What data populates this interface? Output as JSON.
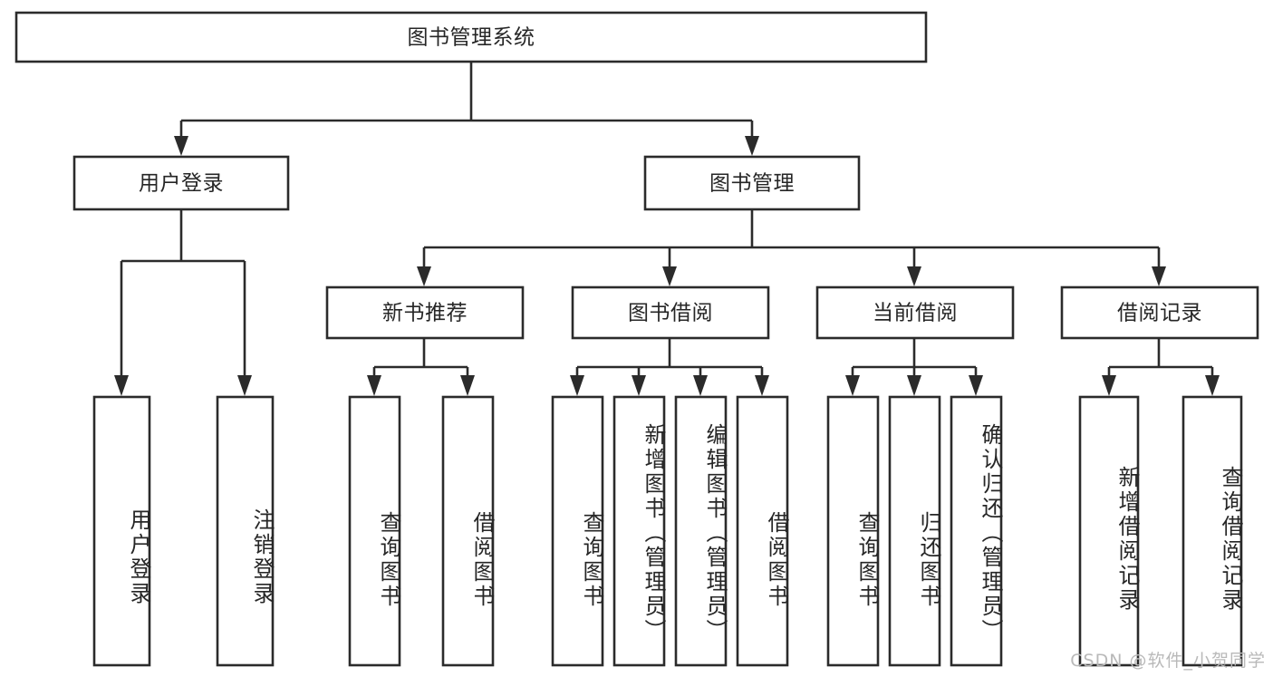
{
  "diagram": {
    "title": "图书管理系统",
    "type": "tree-hierarchy",
    "orientation": "top-down",
    "root": {
      "id": "root",
      "label": "图书管理系统"
    },
    "level2": [
      {
        "id": "user-login",
        "label": "用户登录"
      },
      {
        "id": "book-manage",
        "label": "图书管理"
      }
    ],
    "level3": [
      {
        "id": "new-book-recommend",
        "label": "新书推荐",
        "parent": "book-manage"
      },
      {
        "id": "book-borrow",
        "label": "图书借阅",
        "parent": "book-manage"
      },
      {
        "id": "current-borrow",
        "label": "当前借阅",
        "parent": "book-manage"
      },
      {
        "id": "borrow-record",
        "label": "借阅记录",
        "parent": "book-manage"
      }
    ],
    "leaves": [
      {
        "id": "leaf-user-login",
        "label": "用户登录",
        "parent": "user-login"
      },
      {
        "id": "leaf-user-logout",
        "label": "注销登录",
        "parent": "user-login"
      },
      {
        "id": "leaf-query-book-1",
        "label": "查询图书",
        "parent": "new-book-recommend"
      },
      {
        "id": "leaf-borrow-book-1",
        "label": "借阅图书",
        "parent": "new-book-recommend"
      },
      {
        "id": "leaf-query-book-2",
        "label": "查询图书",
        "parent": "book-borrow"
      },
      {
        "id": "leaf-add-book",
        "label": "新增图书（管理员）",
        "parent": "book-borrow"
      },
      {
        "id": "leaf-edit-book",
        "label": "编辑图书（管理员）",
        "parent": "book-borrow"
      },
      {
        "id": "leaf-borrow-book-2",
        "label": "借阅图书",
        "parent": "book-borrow"
      },
      {
        "id": "leaf-query-book-3",
        "label": "查询图书",
        "parent": "current-borrow"
      },
      {
        "id": "leaf-return-book",
        "label": "归还图书",
        "parent": "current-borrow"
      },
      {
        "id": "leaf-confirm-return",
        "label": "确认归还（管理员）",
        "parent": "current-borrow"
      },
      {
        "id": "leaf-add-record",
        "label": "新增借阅记录",
        "parent": "borrow-record"
      },
      {
        "id": "leaf-query-record",
        "label": "查询借阅记录",
        "parent": "borrow-record"
      }
    ]
  },
  "watermark": {
    "text": "CSDN @软件_小贺同学"
  },
  "colors": {
    "stroke": "#2b2b2b",
    "fill": "#ffffff",
    "text": "#262626",
    "watermark": "#b9b9b9"
  }
}
